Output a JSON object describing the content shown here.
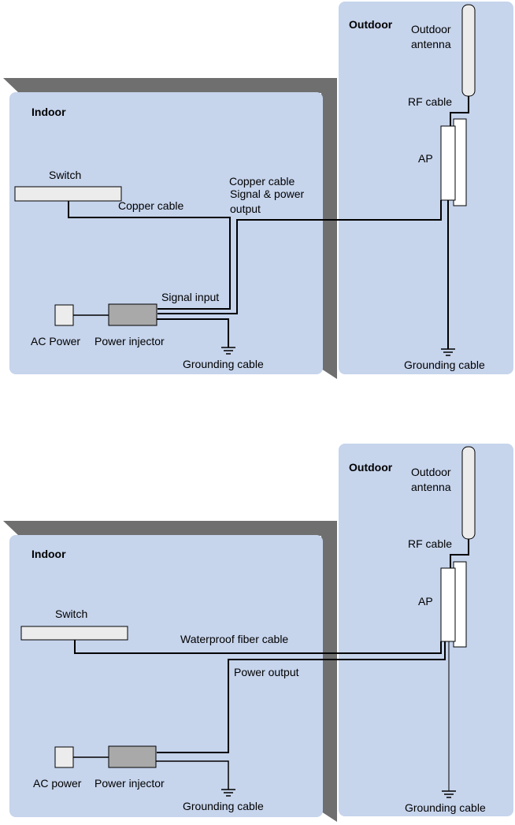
{
  "diagrams": [
    {
      "indoor_label": "Indoor",
      "outdoor_label": "Outdoor",
      "antenna_label": [
        "Outdoor",
        "antenna"
      ],
      "rf_cable_label": "RF cable",
      "ap_label": "AP",
      "switch_label": "Switch",
      "switch_cable_label": "Copper cable",
      "out_cable_label": [
        "Copper cable",
        "Signal & power",
        "output"
      ],
      "signal_input_label": "Signal input",
      "ac_label": "AC Power",
      "injector_label": "Power injector",
      "ground_indoor_label": "Grounding cable",
      "ground_outdoor_label": "Grounding cable"
    },
    {
      "indoor_label": "Indoor",
      "outdoor_label": "Outdoor",
      "antenna_label": [
        "Outdoor",
        "antenna"
      ],
      "rf_cable_label": "RF cable",
      "ap_label": "AP",
      "switch_label": "Switch",
      "fiber_label": "Waterproof fiber cable",
      "power_output_label": "Power output",
      "ac_label": "AC power",
      "injector_label": "Power injector",
      "ground_indoor_label": "Grounding cable",
      "ground_outdoor_label": "Grounding cable"
    }
  ],
  "colors": {
    "region_fill": "#c6d4ec",
    "wall": "#6f6f6f",
    "box_fill": "#ececec",
    "injector_fill": "#a9a9a9",
    "line": "#000000"
  }
}
